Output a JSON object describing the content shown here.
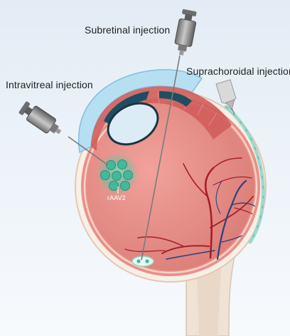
{
  "labels": {
    "subretinal": "Subretinal injection",
    "intravitreal": "Intravitreal injection",
    "suprachoroidal": "Suprachoroidal injection",
    "vector": "rAAV2"
  },
  "colors": {
    "background_top": "#e3ecf5",
    "background_bottom": "#f6f9fc",
    "sclera": "#f8efe6",
    "choroid": "#e99089",
    "retina_interior": "#e08680",
    "cornea": "#b7dff2",
    "iris": "#1e4e62",
    "lens": "#dcecf6",
    "ciliary_muscle": "#d05d5b",
    "artery": "#a51f2c",
    "vein": "#2f3f7b",
    "optic_nerve": "#efe3d6",
    "vector_particles": "#46b79a",
    "suprachoroidal_fluid": "#8fd6c6",
    "syringe": "#8c8c8c"
  },
  "icons": {
    "subretinal_tool": "syringe-icon",
    "intravitreal_tool": "syringe-icon",
    "suprachoroidal_tool": "microneedle-icon",
    "vector_particle": "virus-capsid-icon"
  }
}
